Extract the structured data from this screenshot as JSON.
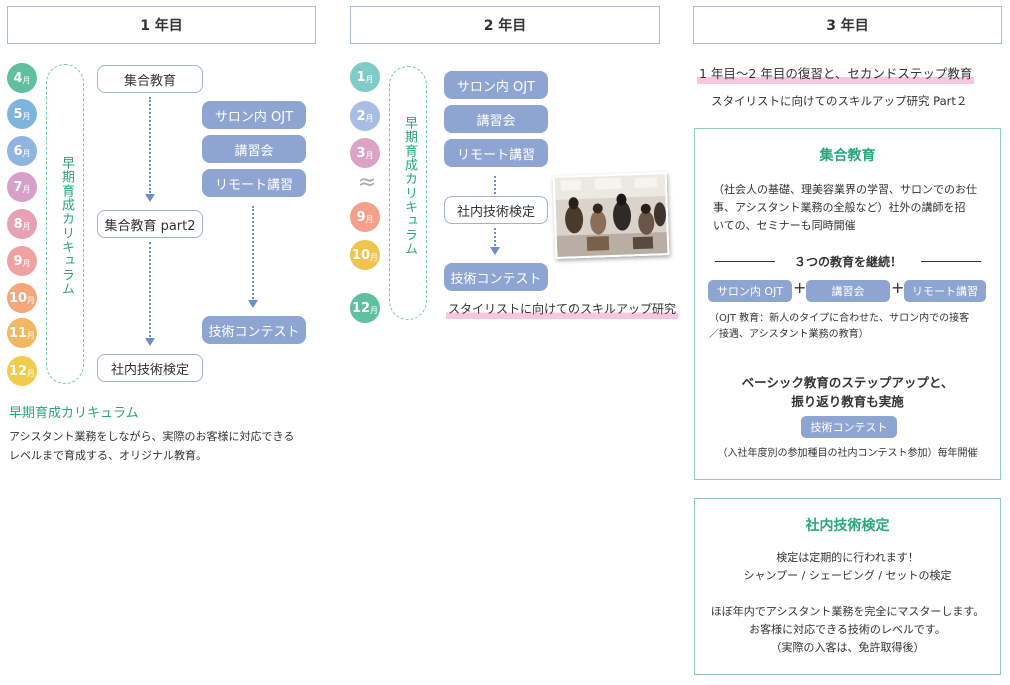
{
  "headers": {
    "year1": "1 年目",
    "year2": "2 年目",
    "year3": "3 年目"
  },
  "months_unit": "月",
  "year1": {
    "months": [
      {
        "num": "4",
        "color": "#5fbf9f"
      },
      {
        "num": "5",
        "color": "#7db5dd"
      },
      {
        "num": "6",
        "color": "#8fb4e0"
      },
      {
        "num": "7",
        "color": "#d6a0c8"
      },
      {
        "num": "8",
        "color": "#e8a0b3"
      },
      {
        "num": "9",
        "color": "#f0a2a2"
      },
      {
        "num": "10",
        "color": "#f3a77a"
      },
      {
        "num": "11",
        "color": "#f2b761"
      },
      {
        "num": "12",
        "color": "#f0cc4c"
      }
    ],
    "curriculum_label": "早期育成カリキュラム",
    "box_shugo": "集合教育",
    "box_shugo2": "集合教育 part2",
    "box_kentei": "社内技術検定",
    "box_ojt": "サロン内 OJT",
    "box_koshu": "講習会",
    "box_remote": "リモート講習",
    "box_contest": "技術コンテスト",
    "note_title": "早期育成カリキュラム",
    "note_line1": "アシスタント業務をしながら、実際のお客様に対応できる",
    "note_line2": "レベルまで育成する、オリジナル教育。"
  },
  "year2": {
    "months": [
      {
        "num": "1",
        "color": "#7fcbc8"
      },
      {
        "num": "2",
        "color": "#a7bde3"
      },
      {
        "num": "3",
        "color": "#dca3c6"
      },
      {
        "num": "9",
        "color": "#f5a08a"
      },
      {
        "num": "10",
        "color": "#f0c54f"
      },
      {
        "num": "12",
        "color": "#5fbf9f"
      }
    ],
    "wave": "≈",
    "curriculum_label": "早期育成カリキュラム",
    "box_ojt": "サロン内 OJT",
    "box_koshu": "講習会",
    "box_remote": "リモート講習",
    "box_kentei": "社内技術検定",
    "box_contest": "技術コンテスト",
    "research": "スタイリストに向けてのスキルアップ研究"
  },
  "year3": {
    "title_line": "1 年目〜2 年目の復習と、セカンドステップ教育",
    "sub_line": "スタイリストに向けてのスキルアップ研究 Part２",
    "panel1": {
      "title": "集合教育",
      "desc1": "（社会人の基礎、理美容業界の学習、サロンでのお仕",
      "desc2": "事、アシスタント業務の全般など）社外の講師を招",
      "desc3": "いての、セミナーも同時開催",
      "continue_label": "３つの教育を継続！",
      "pill_ojt": "サロン内 OJT",
      "pill_koshu": "講習会",
      "pill_remote": "リモート講習",
      "plus": "+",
      "ojt_note1": "（OJT 教育：新人のタイプに合わせた、サロン内での接客",
      "ojt_note2": "／接遇、アシスタント業務の教育）",
      "basic1": "ベーシック教育のステップアップと、",
      "basic2": "振り返り教育も実施",
      "pill_contest": "技術コンテスト",
      "contest_note": "（入社年度別の参加種目の社内コンテスト参加）毎年開催"
    },
    "panel2": {
      "title": "社内技術検定",
      "line1": "検定は定期的に行われます！",
      "line2": "シャンプー / シェービング / セットの検定",
      "line3": "ほぼ年内でアシスタント業務を完全にマスターします。",
      "line4": "お客様に対応できる技術のレベルです。",
      "line5": "（実際の入客は、免許取得後）"
    }
  }
}
